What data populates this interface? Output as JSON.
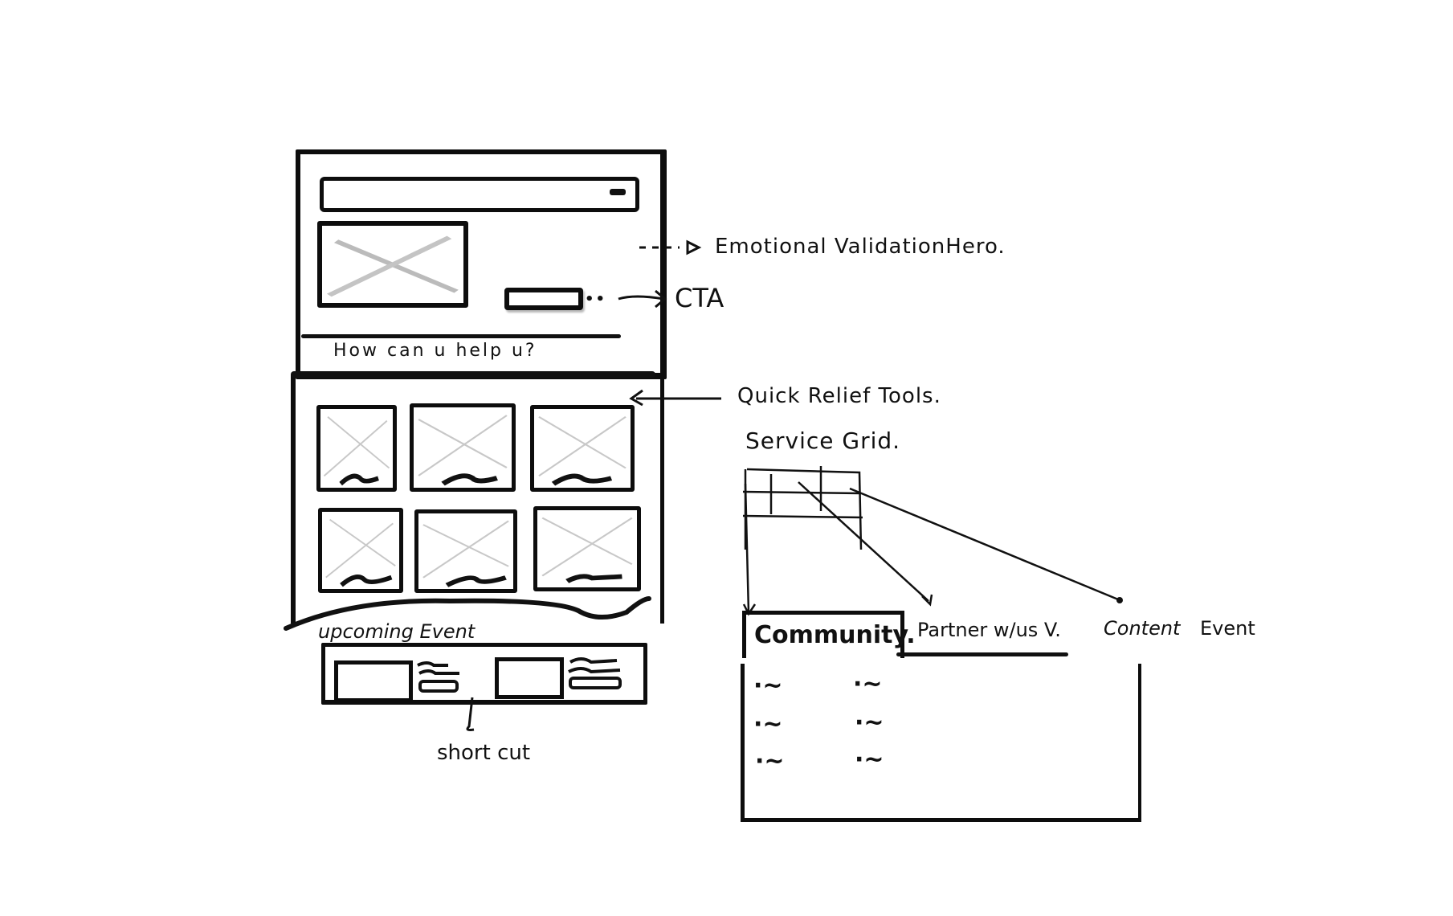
{
  "wireframe": {
    "hero": {
      "search_bar": "",
      "image_placeholder": "image",
      "cta_button": "",
      "helper_text": "How can u help u?"
    },
    "tools_grid": {
      "tiles": [
        {
          "label": "~"
        },
        {
          "label": "~"
        },
        {
          "label": "~"
        },
        {
          "label": "~"
        },
        {
          "label": "~"
        },
        {
          "label": "~"
        }
      ]
    },
    "events": {
      "heading": "upcoming Event",
      "items": [
        {
          "thumb": "image",
          "text": "≈"
        },
        {
          "thumb": "image",
          "text": "≈"
        }
      ]
    }
  },
  "annotations": {
    "hero": "Emotional ValidationHero.",
    "cta": "CTA",
    "tools": "Quick Relief Tools.",
    "service_grid": "Service Grid.",
    "shortcut": "short cut"
  },
  "detail_panel": {
    "tabs": [
      {
        "label": "Community.",
        "active": true
      },
      {
        "label": "Partner w/us V.",
        "active": false
      },
      {
        "label": "Content",
        "active": false
      },
      {
        "label": "Event",
        "active": false
      }
    ],
    "list_items": [
      "·~",
      "·~",
      "·~",
      "·~",
      "·~",
      "·~"
    ]
  }
}
